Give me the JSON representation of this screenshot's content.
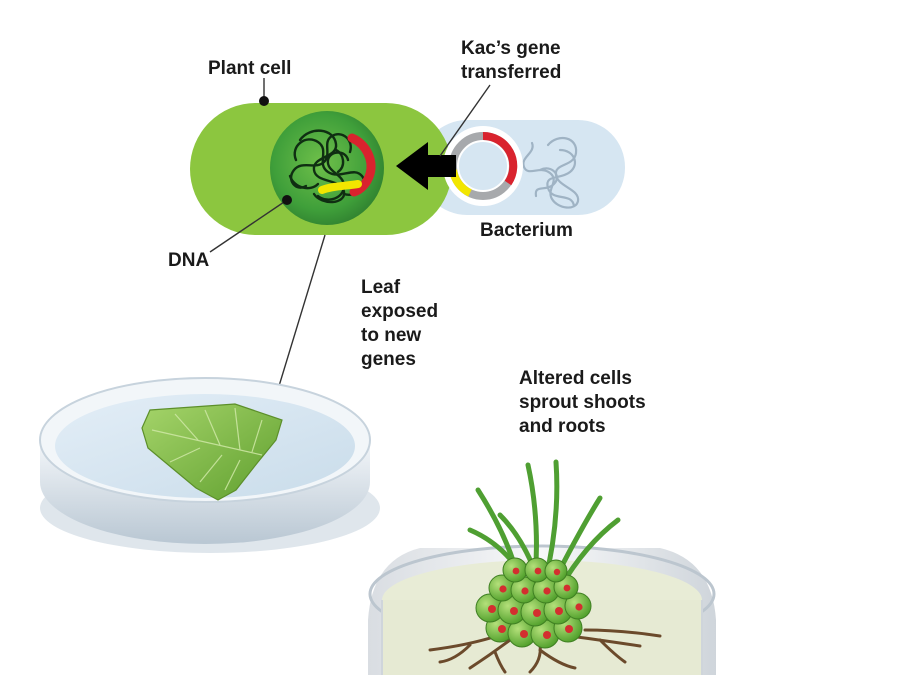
{
  "labels": {
    "plant_cell": "Plant cell",
    "gene_transferred": "Kac’s gene\ntransferred",
    "dna": "DNA",
    "bacterium": "Bacterium",
    "leaf": "Leaf\nexposed\nto new\ngenes",
    "altered": "Altered cells\nsprout shoots\nand roots"
  },
  "colors": {
    "plant_cell": "#8cc63f",
    "nucleus": "#3a9a3a",
    "bacterium": "#d6e6f2",
    "gene_red": "#d9232e",
    "gene_yellow": "#f2e600",
    "arrow": "#000000",
    "dish_liquid": "#dbe9f4",
    "leaf": "#7cb342",
    "pot_soil": "#e8ecd6",
    "cell_cluster": "#6cc04a",
    "cell_dots": "#d32f2f",
    "roots": "#6b4a2b"
  },
  "icons": [
    "plant-cell-shape",
    "nucleus-icon",
    "bacterium-shape",
    "plasmid-icon",
    "transfer-arrow-icon",
    "petri-dish-icon",
    "leaf-icon",
    "growth-pot-icon",
    "shoots-icon",
    "roots-icon"
  ]
}
